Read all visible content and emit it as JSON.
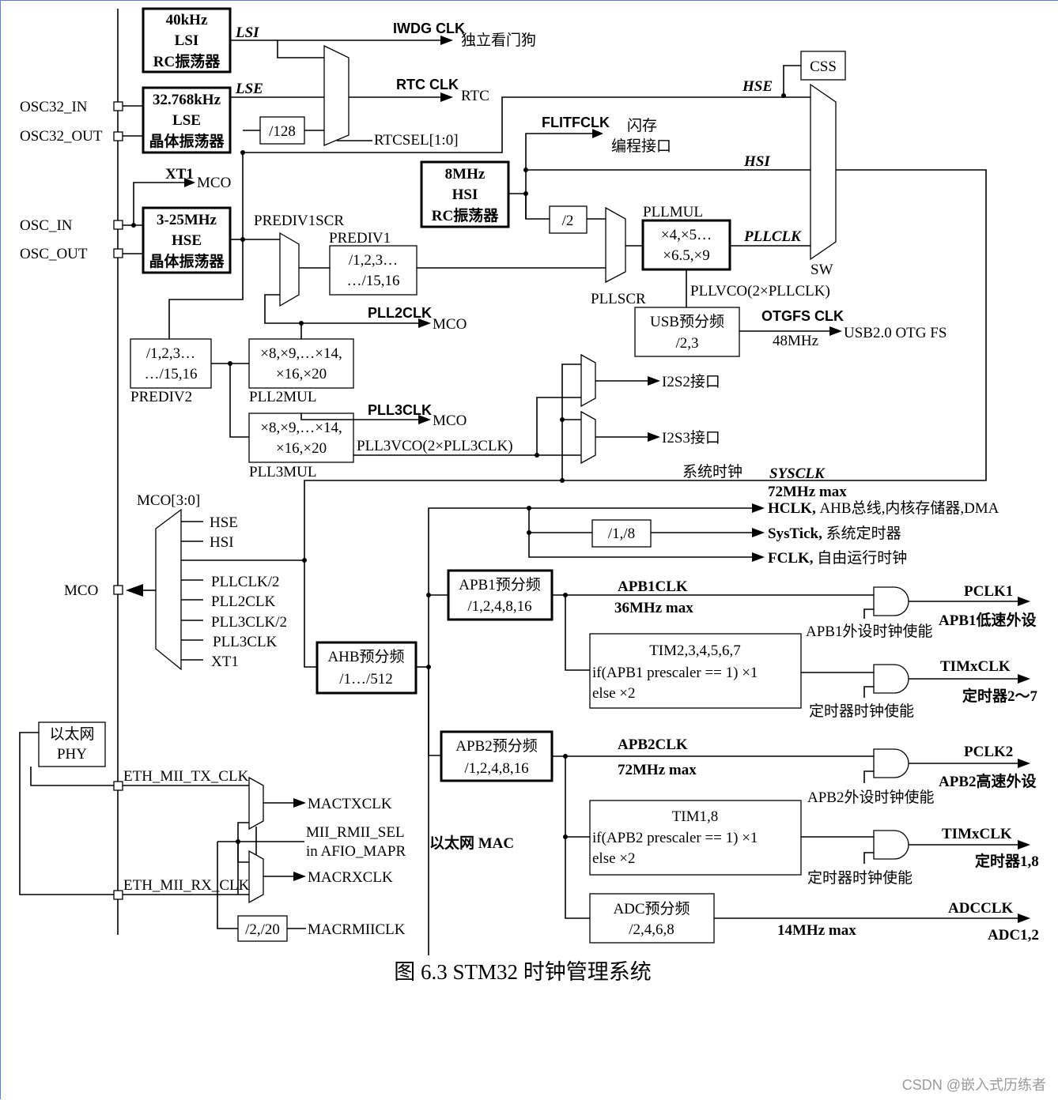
{
  "pins": {
    "osc32_in": "OSC32_IN",
    "osc32_out": "OSC32_OUT",
    "osc_in": "OSC_IN",
    "osc_out": "OSC_OUT",
    "mco": "MCO"
  },
  "lsi": {
    "line1": "40kHz",
    "line2": "LSI",
    "line3": "RC振荡器"
  },
  "lse": {
    "line1": "32.768kHz",
    "line2": "LSE",
    "line3": "晶体振荡器"
  },
  "hse": {
    "line1": "3-25MHz",
    "line2": "HSE",
    "line3": "晶体振荡器"
  },
  "hsi": {
    "line1": "8MHz",
    "line2": "HSI",
    "line3": "RC振荡器"
  },
  "signals": {
    "lsi": "LSI",
    "lse": "LSE",
    "hse": "HSE",
    "hsi": "HSI",
    "iwdg_clk": "IWDG CLK",
    "iwdg_dest": "独立看门狗",
    "rtc_clk": "RTC CLK",
    "rtc_dest": "RTC",
    "flitfclk": "FLITFCLK",
    "flash_dest1": "闪存",
    "flash_dest2": "编程接口",
    "pllclk": "PLLCLK",
    "otgfs_clk": "OTGFS CLK",
    "usb_freq": "48MHz",
    "usb_dest": "USB2.0 OTG FS",
    "pll2clk": "PLL2CLK",
    "pll3clk": "PLL3CLK",
    "i2s2_dest": "I2S2接口",
    "i2s3_dest": "I2S3接口",
    "sysclk_cn": "系统时钟",
    "sysclk": "SYSCLK",
    "sysclk_max": "72MHz max",
    "apb1clk": "APB1CLK",
    "apb1_max": "36MHz max",
    "apb2clk": "APB2CLK",
    "apb2_max": "72MHz max",
    "adc_max": "14MHz max"
  },
  "labels": {
    "xt1": "XT1",
    "mco": "MCO",
    "div128": "/128",
    "rtcsel": "RTCSEL[1:0]",
    "css": "CSS",
    "sw": "SW",
    "div2": "/2",
    "pllscr": "PLLSCR",
    "pllmul": "PLLMUL",
    "pllmul_line1": "×4,×5…",
    "pllmul_line2": "×6.5,×9",
    "pllvco": "PLLVCO(2×PLLCLK)",
    "usb_line1": "USB预分频",
    "usb_line2": "/2,3",
    "prediv1scr": "PREDIV1SCR",
    "prediv1": "PREDIV1",
    "prediv1_line1": "/1,2,3…",
    "prediv1_line2": "…/15,16",
    "prediv2": "PREDIV2",
    "prediv2_line1": "/1,2,3…",
    "prediv2_line2": "…/15,16",
    "pll2mul": "PLL2MUL",
    "pll2mul_line1": "×8,×9,…×14,",
    "pll2mul_line2": "×16,×20",
    "pll3mul": "PLL3MUL",
    "pll3mul_line1": "×8,×9,…×14,",
    "pll3mul_line2": "×16,×20",
    "pll3vco": "PLL3VCO(2×PLL3CLK)",
    "mco_sel": "MCO[3:0]",
    "ahb_line1": "AHB预分频",
    "ahb_line2": "/1…/512",
    "systick_div": "/1,/8",
    "apb1_line1": "APB1预分频",
    "apb1_line2": "/1,2,4,8,16",
    "apb1_enable": "APB1外设时钟使能",
    "tim27_line1": "TIM2,3,4,5,6,7",
    "tim27_line2": "if(APB1 prescaler == 1)  ×1",
    "tim27_line3": "else ×2",
    "tim_enable": "定时器时钟使能",
    "apb2_line1": "APB2预分频",
    "apb2_line2": "/1,2,4,8,16",
    "apb2_enable": "APB2外设时钟使能",
    "tim18_line1": "TIM1,8",
    "tim18_line2": "if(APB2 prescaler == 1)  ×1",
    "tim18_line3": "else ×2",
    "adc_line1": "ADC预分频",
    "adc_line2": "/2,4,6,8"
  },
  "mco_inputs": [
    "HSE",
    "HSI",
    "PLLCLK/2",
    "PLL2CLK",
    "PLL3CLK/2",
    "PLL3CLK",
    "XT1"
  ],
  "outputs": {
    "hclk_name": "HCLK, ",
    "hclk_desc": "AHB总线,内核存储器,DMA",
    "systick_name": "SysTick, ",
    "systick_desc": "系统定时器",
    "fclk_name": "FCLK, ",
    "fclk_desc": "自由运行时钟",
    "pclk1": "PCLK1",
    "apb1_periph": "APB1低速外设",
    "timxclk": "TIMxCLK",
    "tim27": "定时器2～7",
    "pclk2": "PCLK2",
    "apb2_periph": "APB2高速外设",
    "tim18": "定时器1,8",
    "adcclk": "ADCCLK",
    "adc12": "ADC1,2"
  },
  "eth": {
    "phy_line1": "以太网",
    "phy_line2": "PHY",
    "tx_clk": "ETH_MII_TX_CLK",
    "rx_clk": "ETH_MII_RX_CLK",
    "mactxclk": "MACTXCLK",
    "macrxclk": "MACRXCLK",
    "mii_sel": "MII_RMII_SEL",
    "afio": "in AFIO_MAPR",
    "mac": "以太网 MAC",
    "div": "/2,/20",
    "macrmiiclk": "MACRMIICLK"
  },
  "caption": "图 6.3 STM32 时钟管理系统",
  "watermark": "CSDN @嵌入式历练者"
}
